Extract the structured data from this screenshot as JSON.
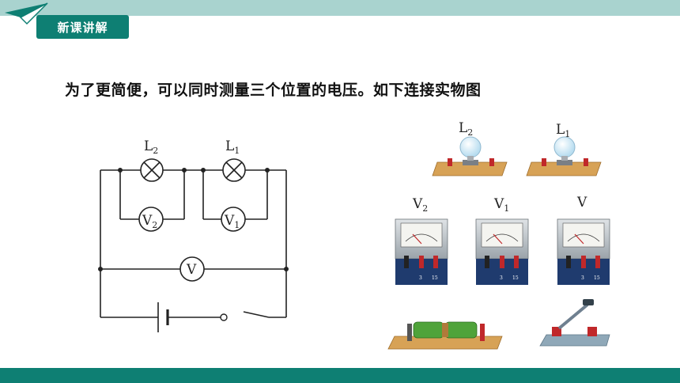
{
  "header": {
    "section_tag": "新课讲解"
  },
  "main": {
    "title": "为了更简便，可以同时测量三个位置的电压。如下连接实物图"
  },
  "circuit": {
    "lamp_left": {
      "main": "L",
      "sub": "2"
    },
    "lamp_right": {
      "main": "L",
      "sub": "1"
    },
    "meter_left": {
      "main": "V",
      "sub": "2"
    },
    "meter_right": {
      "main": "V",
      "sub": "1"
    },
    "meter_total": {
      "main": "V"
    }
  },
  "components": {
    "bulb_a": {
      "main": "L",
      "sub": "2"
    },
    "bulb_b": {
      "main": "L",
      "sub": "1"
    },
    "voltmeter_a": {
      "main": "V",
      "sub": "2"
    },
    "voltmeter_b": {
      "main": "V",
      "sub": "1"
    },
    "voltmeter_c": {
      "main": "V"
    },
    "terminal_labels": [
      "3",
      "15"
    ]
  }
}
